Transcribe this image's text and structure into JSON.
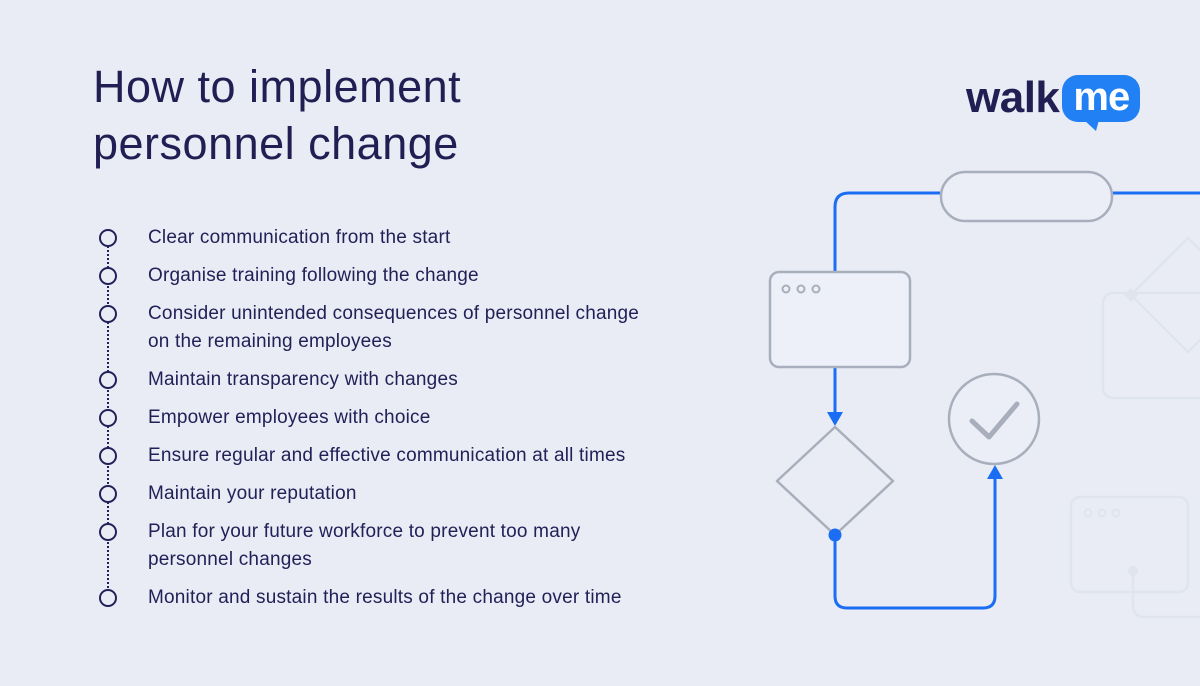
{
  "page": {
    "background_color": "#e9ecf4"
  },
  "title": {
    "line1": "How to implement",
    "line2": "personnel change",
    "color": "#211e53"
  },
  "logo": {
    "word1": "walk",
    "word2": "me",
    "bubble_color": "#2080f4",
    "word1_color": "#211e53",
    "word2_color": "#ffffff"
  },
  "checklist": {
    "bullet_color": "#23205a",
    "text_color": "#232058",
    "items": [
      {
        "lines": [
          "Clear communication from the start"
        ]
      },
      {
        "lines": [
          "Organise training following the change"
        ]
      },
      {
        "lines": [
          "Consider unintended consequences of personnel change",
          "on the remaining employees"
        ]
      },
      {
        "lines": [
          "Maintain transparency with changes"
        ]
      },
      {
        "lines": [
          "Empower employees with choice"
        ]
      },
      {
        "lines": [
          "Ensure regular and effective communication at all times"
        ]
      },
      {
        "lines": [
          "Maintain your reputation"
        ]
      },
      {
        "lines": [
          "Plan for your future workforce to prevent too many",
          "personnel changes"
        ]
      },
      {
        "lines": [
          "Monitor and sustain the results of the change over time"
        ]
      }
    ]
  },
  "flowchart": {
    "line_color": "#1b6ef3",
    "shape_stroke_color": "#a8aebc",
    "shape_fill_color": "#edf0f8",
    "faint_color": "#dfe4ef",
    "icons": [
      "pill-node",
      "browser-window-icon",
      "decision-diamond-icon",
      "check-circle-icon",
      "envelope-flap-icon",
      "faint-browser-window-icon"
    ]
  }
}
